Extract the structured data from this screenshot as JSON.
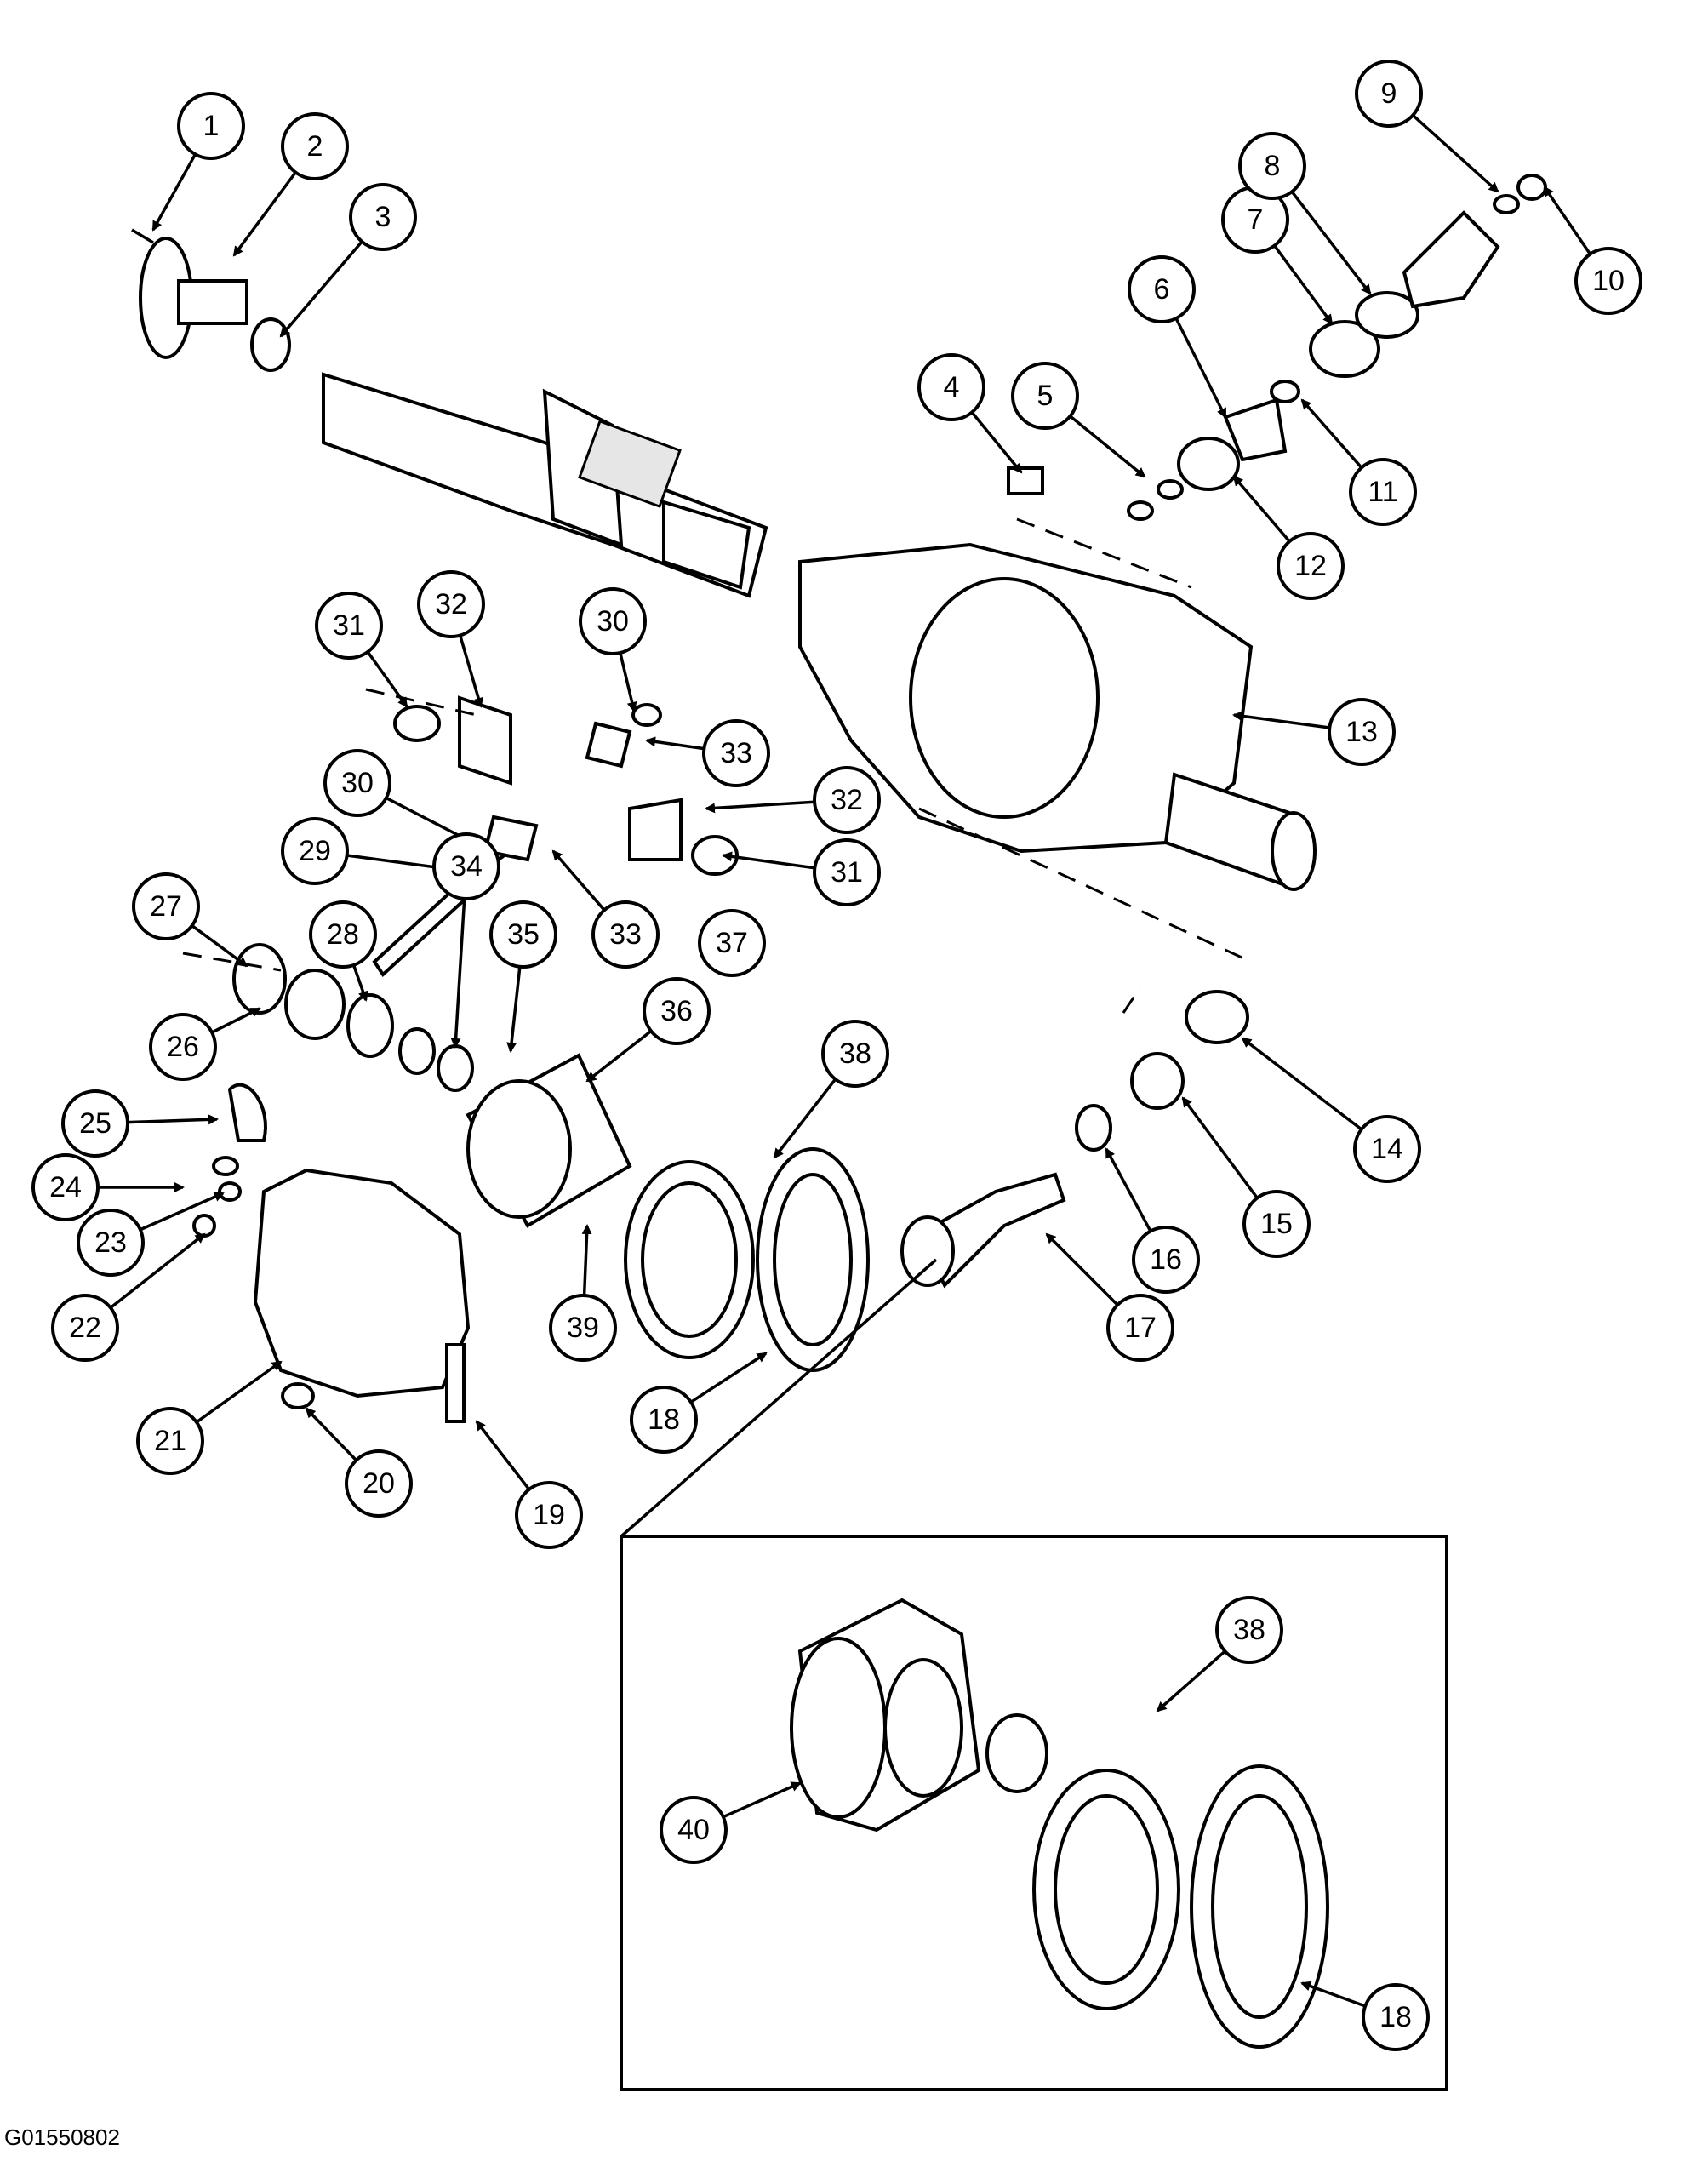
{
  "figure_id": "G01550802",
  "callouts": [
    "1",
    "2",
    "3",
    "4",
    "5",
    "6",
    "7",
    "8",
    "9",
    "10",
    "11",
    "12",
    "13",
    "14",
    "15",
    "16",
    "17",
    "18",
    "19",
    "20",
    "21",
    "22",
    "23",
    "24",
    "25",
    "26",
    "27",
    "28",
    "29",
    "30",
    "31",
    "32",
    "33",
    "34",
    "35",
    "36",
    "37",
    "38",
    "39",
    "40"
  ],
  "inset_callouts": [
    "38",
    "40",
    "18"
  ]
}
